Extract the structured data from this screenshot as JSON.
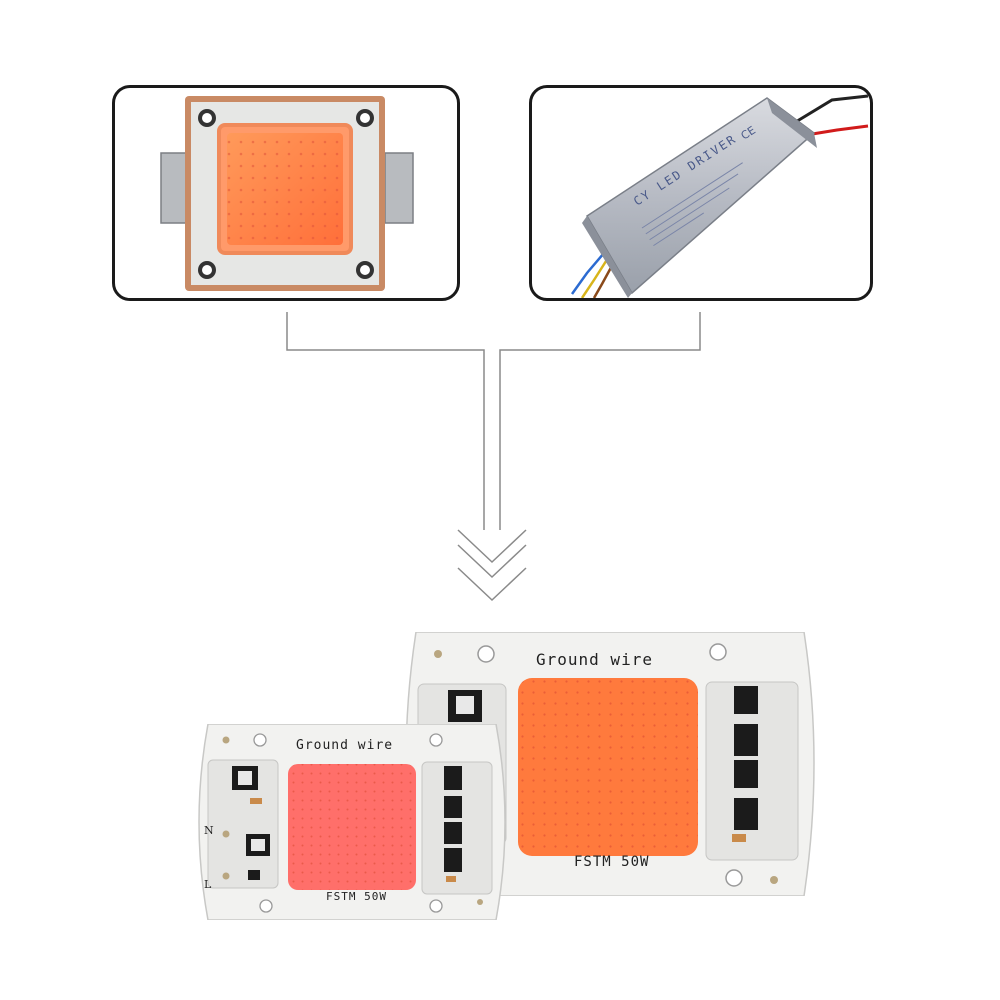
{
  "top_left_panel": {
    "subject": "led-chip-module"
  },
  "top_right_panel": {
    "driver_text_line1": "CY LED DRIVER",
    "driver_text_ce": "CE"
  },
  "large_board": {
    "ground_label": "Ground wire",
    "model_label": "FSTM 50W"
  },
  "small_board": {
    "ground_label": "Ground wire",
    "model_label": "FSTM 50W",
    "pin_n": "N",
    "pin_l": "L"
  },
  "colors": {
    "led_orange": "#ff7a3d",
    "led_pink": "#ff6f6a",
    "board_white": "#f2f2f0",
    "line_gray": "#8a8a8a",
    "driver_silver": "#b9bdc6"
  }
}
